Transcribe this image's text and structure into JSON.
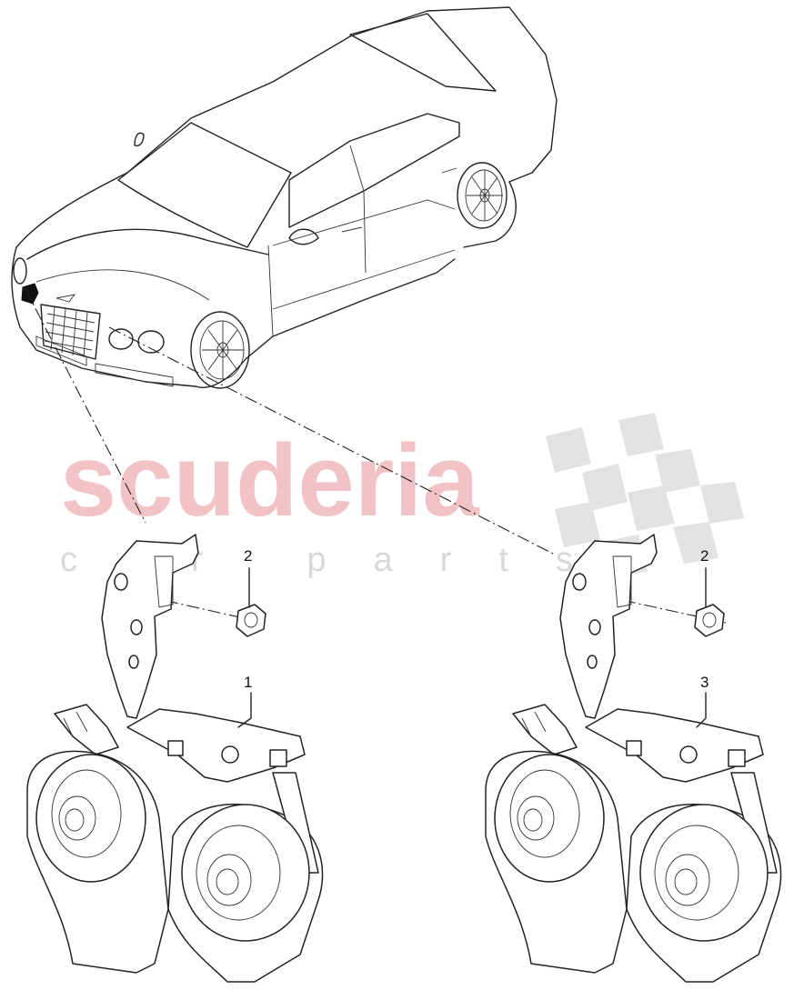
{
  "watermark": {
    "brand": "scuderia",
    "tagline": "car parts",
    "brand_color": "#f2c3c6",
    "tagline_color": "#d8d8d8"
  },
  "callouts": [
    {
      "number": "1",
      "part": "horn assembly (left)"
    },
    {
      "number": "2",
      "part": "nut"
    },
    {
      "number": "2",
      "part": "nut"
    },
    {
      "number": "3",
      "part": "horn assembly (right)"
    }
  ]
}
